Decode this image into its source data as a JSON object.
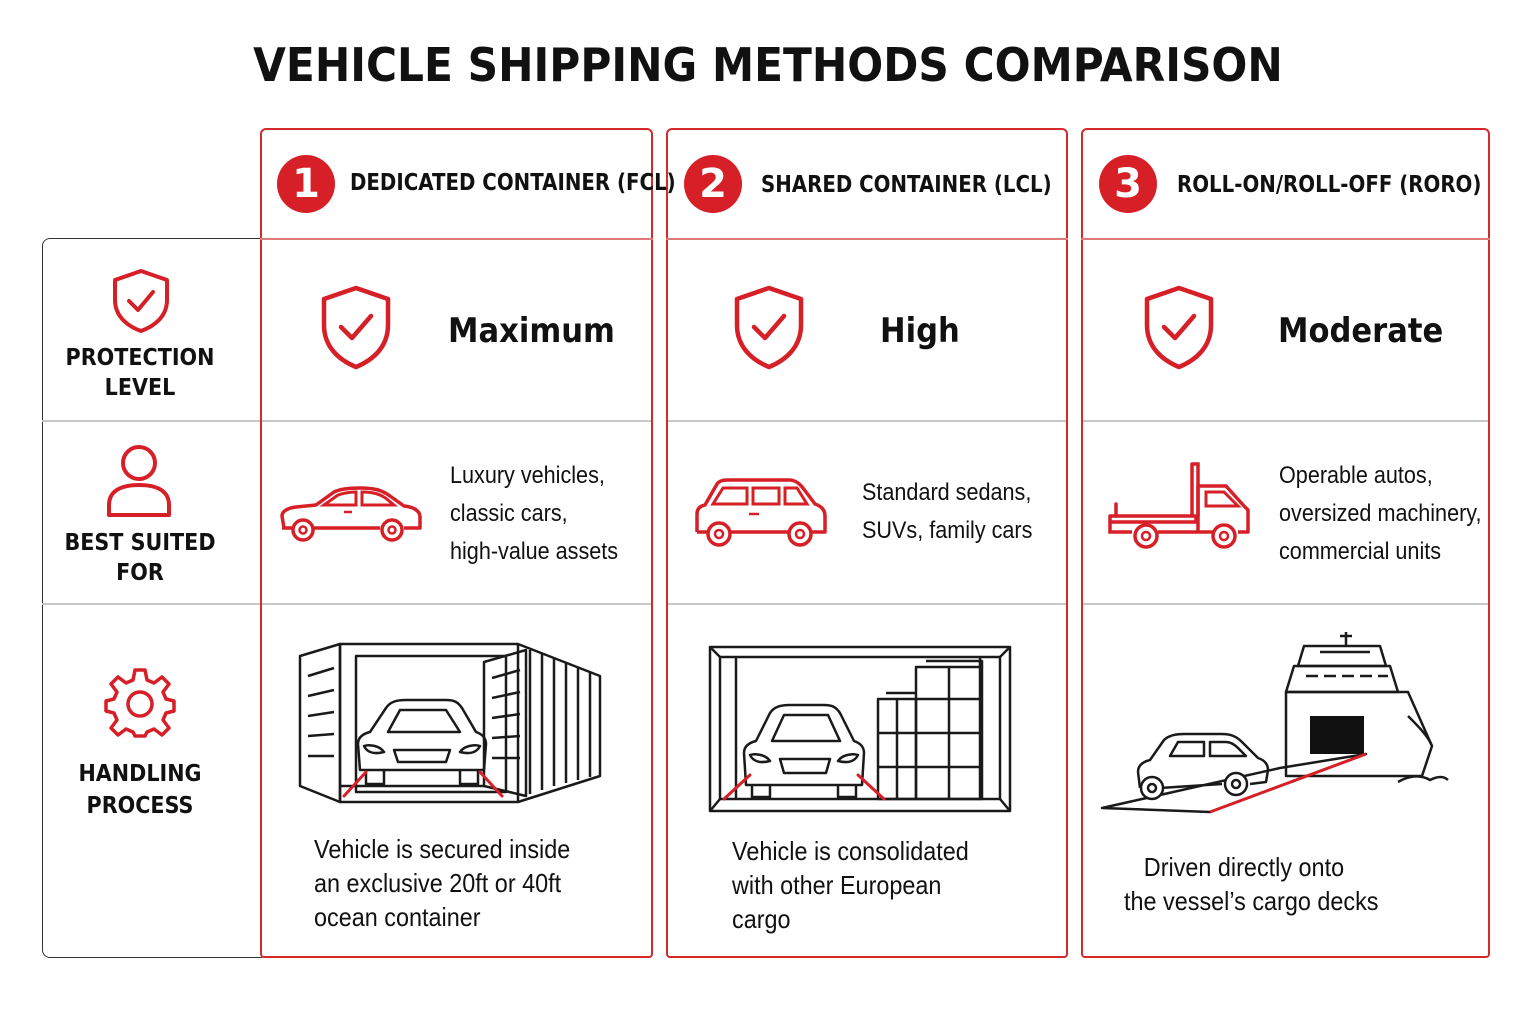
{
  "title": "VEHICLE SHIPPING METHODS COMPARISON",
  "row_labels": {
    "protection": [
      "PROTECTION",
      "LEVEL"
    ],
    "best_suited": [
      "BEST SUITED",
      "FOR"
    ],
    "handling": [
      "HANDLING",
      "PROCESS"
    ]
  },
  "methods": [
    {
      "number": "1",
      "name": "DEDICATED CONTAINER (FCL)",
      "protection": "Maximum",
      "best_suited": [
        "Luxury vehicles,",
        "classic cars,",
        "high-value assets"
      ],
      "process": [
        "Vehicle is secured inside",
        "an exclusive 20ft or 40ft",
        "ocean container"
      ]
    },
    {
      "number": "2",
      "name": "SHARED CONTAINER (LCL)",
      "protection": "High",
      "best_suited": [
        "Standard sedans,",
        "SUVs, family cars"
      ],
      "process": [
        "Vehicle is consolidated",
        "with other European",
        "cargo"
      ]
    },
    {
      "number": "3",
      "name": "ROLL-ON/ROLL-OFF (RORO)",
      "protection": "Moderate",
      "best_suited": [
        "Operable autos,",
        "oversized machinery,",
        "commercial units"
      ],
      "process": [
        "Driven directly onto",
        "the vessel’s cargo decks"
      ]
    }
  ],
  "colors": {
    "accent": "#d61f26",
    "border": "#d42a2a",
    "text": "#111111"
  }
}
